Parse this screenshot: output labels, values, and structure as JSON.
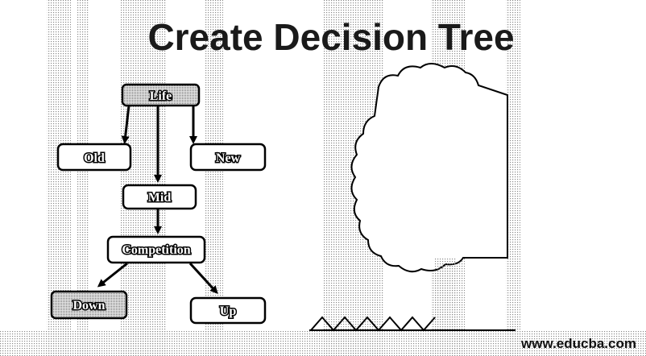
{
  "title": "Create Decision Tree",
  "watermark": "www.educba.com",
  "nodes": {
    "life": "Life",
    "old": "Old",
    "new": "New",
    "mid": "Mid",
    "competition": "Competition",
    "down": "Down",
    "up": "Up"
  },
  "colors": {
    "ink": "#000000",
    "paper": "#ffffff",
    "dots": "#8a8a8a"
  }
}
